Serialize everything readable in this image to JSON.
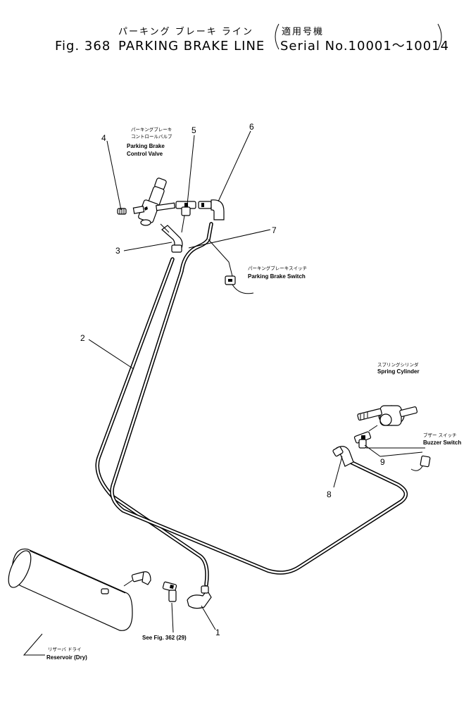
{
  "title": {
    "jp_line": "パーキング ブレーキ ライン",
    "applicable_jp": "適用号機",
    "fig_number": "Fig. 368",
    "name": "PARKING BRAKE LINE",
    "serial": "Serial No.10001～10014"
  },
  "labels": {
    "control_valve_jp_1": "パーキングブレーキ",
    "control_valve_jp_2": "コントロールバルブ",
    "control_valve_en_1": "Parking Brake",
    "control_valve_en_2": "Control Valve",
    "brake_switch_jp": "パーキングブレーキスイッチ",
    "brake_switch_en": "Parking Brake Switch",
    "spring_cyl_jp": "スプリングシリンダ",
    "spring_cyl_en": "Spring Cylinder",
    "buzzer_jp": "ブザー スイッチ",
    "buzzer_en": "Buzzer Switch",
    "reservoir_jp": "リザーバ ドライ",
    "reservoir_en": "Reservoir (Dry)",
    "see_fig": "See Fig. 362 (29)"
  },
  "callouts": [
    "1",
    "2",
    "3",
    "4",
    "5",
    "6",
    "7",
    "8",
    "9"
  ]
}
